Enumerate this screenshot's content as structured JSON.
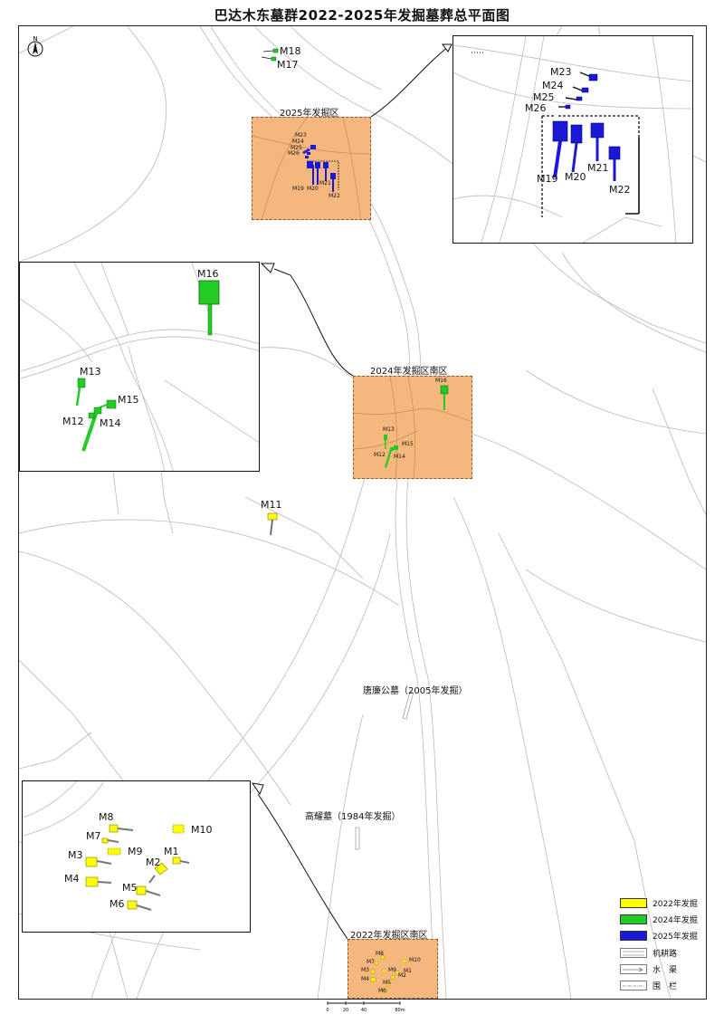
{
  "title": "巴达木东墓群2022-2025年发掘墓葬总平面图",
  "north": "N",
  "zones": {
    "z2025": "2025年发掘区",
    "z2024": "2024年发掘区南区",
    "z2022": "2022年发掘区南区"
  },
  "sites": {
    "tang": "唐廉公墓（2005年发掘）",
    "gao": "高耀墓（1984年发掘）"
  },
  "tombs": {
    "M1": "M1",
    "M2": "M2",
    "M3": "M3",
    "M4": "M4",
    "M5": "M5",
    "M6": "M6",
    "M7": "M7",
    "M8": "M8",
    "M9": "M9",
    "M10": "M10",
    "M11": "M11",
    "M12": "M12",
    "M13": "M13",
    "M14": "M14",
    "M15": "M15",
    "M16": "M16",
    "M17": "M17",
    "M18": "M18",
    "M19": "M19",
    "M20": "M20",
    "M21": "M21",
    "M22": "M22",
    "M23": "M23",
    "M24": "M24",
    "M25": "M25",
    "M26": "M26"
  },
  "legend": {
    "y2022": "2022年发掘",
    "y2024": "2024年发掘",
    "y2025": "2025年发掘",
    "road": "机耕路",
    "canal": "水　渠",
    "fence": "围　栏"
  },
  "scale": [
    "0",
    "20",
    "40",
    "80m"
  ],
  "colors": {
    "y2022": "#ffff00",
    "y2024": "#22cc22",
    "y2025": "#1a1ad6",
    "zone": "#f6b77e"
  }
}
